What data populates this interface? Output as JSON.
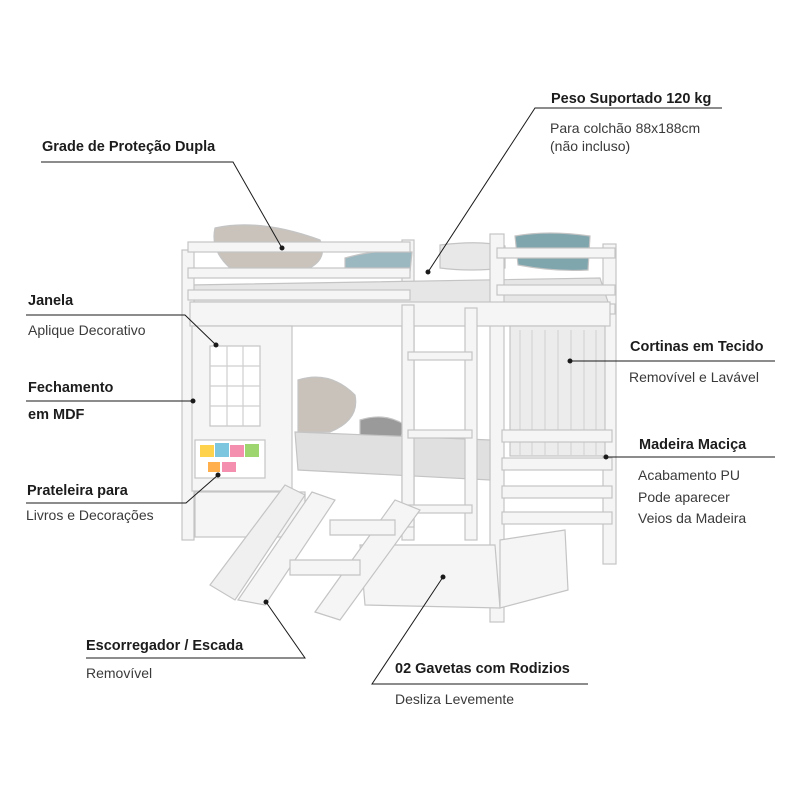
{
  "colors": {
    "frame": "#f4f4f4",
    "frame_stroke": "#c9c9c9",
    "line": "#1a1a1a",
    "mattress": "#e4e4e4",
    "curtain": "#ececec",
    "pillow": "#c8c2ba",
    "teal_pillow": "#7fa5ad"
  },
  "callouts": {
    "grade": {
      "title": "Grade de Proteção Dupla"
    },
    "peso": {
      "title": "Peso Suportado 120 kg",
      "sub1": "Para colchão 88x188cm",
      "sub2": "(não incluso)"
    },
    "janela": {
      "title": "Janela",
      "sub1": "Aplique Decorativo"
    },
    "fechamento": {
      "title1": "Fechamento",
      "title2": "em MDF"
    },
    "cortinas": {
      "title": "Cortinas em Tecido",
      "sub1": "Removível e Lavável"
    },
    "madeira": {
      "title": "Madeira Maciça",
      "sub1": "Acabamento PU",
      "sub2": "Pode aparecer",
      "sub3": "Veios da Madeira"
    },
    "prateleira": {
      "title": "Prateleira para",
      "sub1": "Livros e Decorações"
    },
    "escorregador": {
      "title": "Escorregador / Escada",
      "sub1": "Removível"
    },
    "gavetas": {
      "title": "02 Gavetas com Rodizios",
      "sub1": "Desliza Levemente"
    }
  }
}
